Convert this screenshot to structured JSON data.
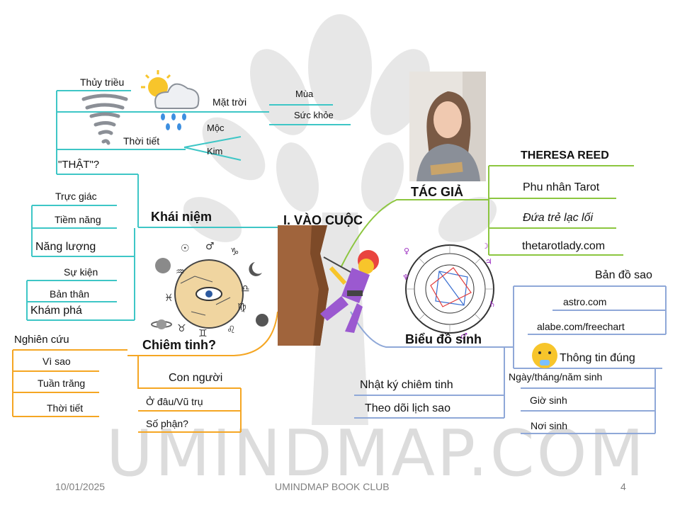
{
  "center": {
    "title": "I. VÀO CUỘC"
  },
  "brand": {
    "watermark": "UMINDMAP.COM"
  },
  "left_top": {
    "thuy_trieu": "Thủy triều",
    "mat_troi": "Mặt trời",
    "mua": "Mùa",
    "suc_khoe": "Sức khỏe",
    "thoi_tiet": "Thời tiết",
    "moc": "Mộc",
    "kim": "Kim",
    "that": "\"THẬT\"?"
  },
  "khai_niem": {
    "title": "Khái niệm",
    "items": [
      "Trực giác",
      "Tiềm năng",
      "Năng lượng",
      "Sự kiện",
      "Bản thân",
      "Khám phá"
    ]
  },
  "chiem_tinh": {
    "title": "Chiêm tinh?",
    "nghien_cuu": "Nghiên cứu",
    "items": [
      "Vì sao",
      "Tuần trăng",
      "Thời tiết"
    ],
    "con_nguoi": "Con người",
    "sub": [
      "Ở đâu/Vũ trụ",
      "Số phận?"
    ]
  },
  "tac_gia": {
    "title": "TÁC GIẢ",
    "items": [
      "THERESA REED",
      "Phu nhân Tarot",
      "Đứa trẻ lạc lối",
      "thetarotlady.com"
    ]
  },
  "bieu_do": {
    "title": "Biểu đồ sinh",
    "ban_do_sao": "Bản đồ sao",
    "sites": [
      "astro.com",
      "alabe.com/freechart"
    ],
    "thong_tin": "Thông tin đúng",
    "info": [
      "Ngày/tháng/năm sinh",
      "Giờ sinh",
      "Nơi sinh"
    ],
    "journal": [
      "Nhật ký chiêm tinh",
      "Theo dõi lịch sao"
    ]
  },
  "footer": {
    "date": "10/01/2025",
    "club": "UMINDMAP BOOK CLUB",
    "page": "4"
  },
  "colors": {
    "teal": "#3ec6c6",
    "green": "#8cc63f",
    "orange": "#f5a623",
    "blue": "#8fa8d8",
    "brown": "#a0643c"
  }
}
